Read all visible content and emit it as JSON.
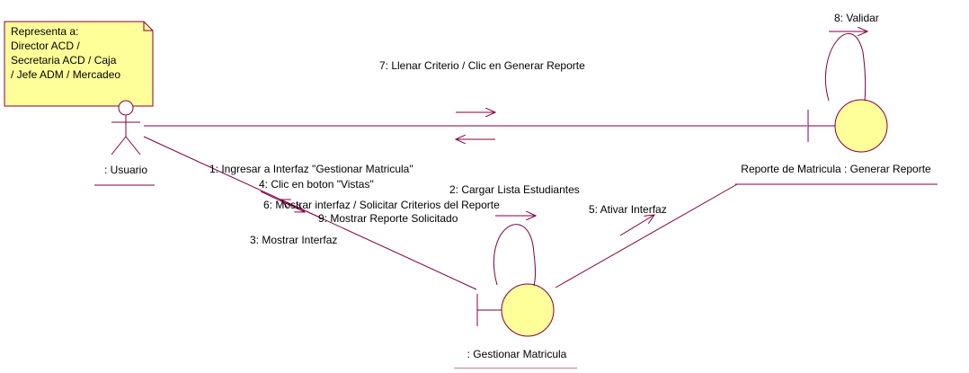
{
  "colors": {
    "line": "#800040",
    "note_fill": "#ffff99",
    "circle_fill": "#ffff99",
    "text": "#000000"
  },
  "note": {
    "lines": [
      "Representa a:",
      "Director ACD /",
      "Secretaria ACD / Caja",
      "/ Jefe ADM / Mercadeo"
    ]
  },
  "objects": {
    "usuario": {
      "label": ": Usuario",
      "kind": "actor"
    },
    "reporte": {
      "label": "Reporte de Matricula : Generar Reporte",
      "kind": "boundary"
    },
    "gestionar": {
      "label": ": Gestionar Matricula",
      "kind": "boundary"
    }
  },
  "messages": [
    {
      "id": "m1",
      "text": "1: Ingresar a Interfaz \"Gestionar Matricula\""
    },
    {
      "id": "m2",
      "text": "2: Cargar Lista Estudiantes"
    },
    {
      "id": "m3",
      "text": "3: Mostrar Interfaz"
    },
    {
      "id": "m4",
      "text": "4: Clic en boton \"Vistas\""
    },
    {
      "id": "m5",
      "text": "5: Ativar Interfaz"
    },
    {
      "id": "m6",
      "text": "6: Mostrar interfaz / Solicitar Criterios del Reporte"
    },
    {
      "id": "m7",
      "text": "7: Llenar Criterio / Clic en Generar Reporte"
    },
    {
      "id": "m8",
      "text": "8: Validar"
    },
    {
      "id": "m9",
      "text": "9: Mostrar Reporte Solicitado"
    }
  ]
}
